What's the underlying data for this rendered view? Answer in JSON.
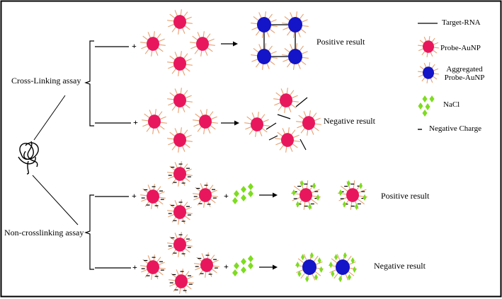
{
  "assays": {
    "cross_linking": {
      "label": "Cross-Linking assay",
      "positive": "Positive result",
      "negative": "Negative result"
    },
    "non_crosslinking": {
      "label": "Non-crosslinking assay",
      "positive": "Positive result",
      "negative": "Negative result"
    }
  },
  "legend": {
    "target_rna": "Target-RNA",
    "probe_aunp": "Probe-AuNP",
    "aggregated_line1": "Aggregated",
    "aggregated_line2": "Probe-AuNP",
    "nacl": "NaCl",
    "negative_charge": "Negative Charge"
  },
  "symbols": {
    "plus": "+"
  },
  "colors": {
    "probe": "#e8175d",
    "aggregated": "#1414c8",
    "spike": "#e8a070",
    "nacl": "#7ddc1f",
    "line": "#000000"
  }
}
